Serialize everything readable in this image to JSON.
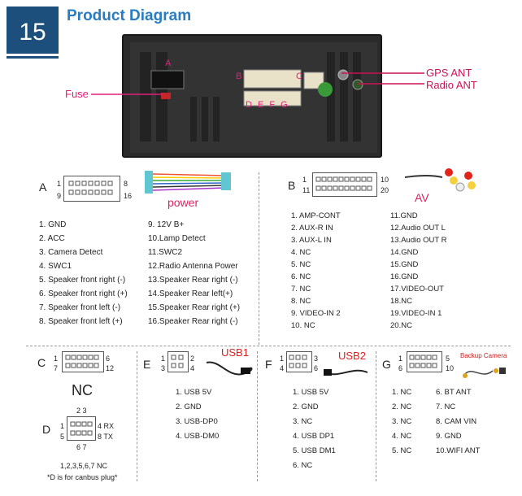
{
  "header": {
    "step_number": "15",
    "title": "Product Diagram"
  },
  "unit_labels": {
    "fuse": "Fuse",
    "A": "A",
    "B": "B",
    "C": "C",
    "bottom_letters": "D E F G",
    "gps_ant": "GPS ANT",
    "radio_ant": "Radio ANT"
  },
  "A": {
    "letter": "A",
    "pins_top_left": "1",
    "pins_top_right": "8",
    "pins_bot_left": "9",
    "pins_bot_right": "16",
    "cable_label": "power",
    "col1": [
      "1. GND",
      "2. ACC",
      "3. Camera Detect",
      "4. SWC1",
      "5. Speaker front right (-)",
      "6. Speaker front right (+)",
      "7. Speaker front left (-)",
      "8. Speaker front left (+)"
    ],
    "col2": [
      "9.  12V B+",
      "10.Lamp Detect",
      "11.SWC2",
      "12.Radio Antenna Power",
      "13.Speaker Rear right (-)",
      "14.Speaker Rear left(+)",
      "15.Speaker Rear right (+)",
      "16.Speaker Rear right (-)"
    ]
  },
  "B": {
    "letter": "B",
    "pins_top_left": "1",
    "pins_top_right": "10",
    "pins_bot_left": "11",
    "pins_bot_right": "20",
    "cable_label": "AV",
    "col1": [
      "1.  AMP-CONT",
      "2.  AUX-R IN",
      "3.  AUX-L IN",
      "4.  NC",
      "5.  NC",
      "6.  NC",
      "7.  NC",
      "8.  NC",
      "9.  VIDEO-IN 2",
      "10.  NC"
    ],
    "col2": [
      "11.GND",
      "12.Audio OUT  L",
      "13.Audio OUT  R",
      "14.GND",
      "15.GND",
      "16.GND",
      "17.VIDEO-OUT",
      "18.NC",
      "19.VIDEO-IN 1",
      "20.NC"
    ]
  },
  "C": {
    "letter": "C",
    "p1": "1",
    "p6": "6",
    "p7": "7",
    "p12": "12",
    "nc": "NC"
  },
  "D": {
    "letter": "D",
    "p23": "2 3",
    "p1": "1",
    "p5": "5",
    "p4rx": "4 RX",
    "p8tx": "8 TX",
    "p67": "6 7",
    "nc_list": "1,2,3,5,6,7  NC",
    "note": "*D is for canbus plug*"
  },
  "E": {
    "letter": "E",
    "p1": "1",
    "p2": "2",
    "p3": "3",
    "p4": "4",
    "cable_label": "USB1",
    "items": [
      "1. USB 5V",
      "2. GND",
      "3. USB-DP0",
      "4. USB-DM0"
    ]
  },
  "F": {
    "letter": "F",
    "p1": "1",
    "p3": "3",
    "p4": "4",
    "p6": "6",
    "cable_label": "USB2",
    "items": [
      "1. USB 5V",
      "2. GND",
      "3. NC",
      "4. USB DP1",
      "5. USB DM1",
      "6. NC"
    ]
  },
  "G": {
    "letter": "G",
    "p1": "1",
    "p5": "5",
    "p6": "6",
    "p10": "10",
    "cable_label": "Backup Camera",
    "col1": [
      "1. NC",
      "2. NC",
      "3. NC",
      "4. NC",
      "5. NC"
    ],
    "col2": [
      "6. BT ANT",
      "7. NC",
      "8. CAM VIN",
      "9. GND",
      "10.WIFI ANT"
    ]
  }
}
